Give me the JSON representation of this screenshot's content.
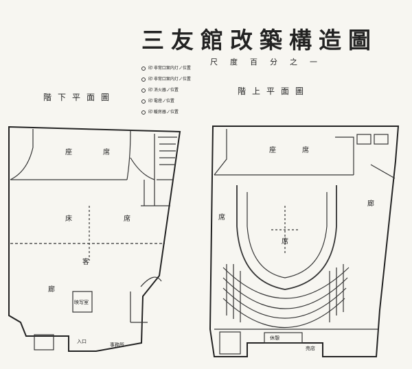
{
  "header": {
    "title": "三友館改築構造圖",
    "scale_note": "尺度百分之一"
  },
  "plans": {
    "lower_caption": "階下平面圖",
    "upper_caption": "階上平面圖"
  },
  "legend": [
    {
      "label": "印 非常口案内灯ノ位置"
    },
    {
      "label": "印 非常口案内灯ノ位置"
    },
    {
      "label": "印 消火器ノ位置"
    },
    {
      "label": "印 電燈ノ位置"
    },
    {
      "label": "印 暖房器ノ位置"
    }
  ],
  "lower_labels": {
    "zashiki_a": "座",
    "zashiki_b": "席",
    "center": "席",
    "corridor": "廊",
    "box": "映写室",
    "entrance": "入口",
    "side": "事務所",
    "left_area": "床",
    "mid": "客"
  },
  "upper_labels": {
    "top": "座",
    "top2": "席",
    "right": "廊",
    "center": "席",
    "bottom_left": "席",
    "bottom_center": "休憩",
    "bottom_right": "売店"
  }
}
